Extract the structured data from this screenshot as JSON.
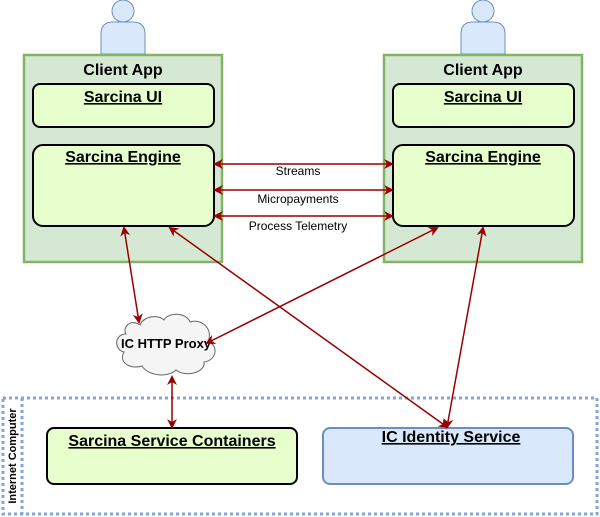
{
  "diagram": {
    "colors": {
      "client_fill": "#d5e8d4",
      "client_stroke": "#82b366",
      "component_fill": "#e6ffcc",
      "component_stroke": "#000000",
      "identity_fill": "#dae8fc",
      "identity_stroke": "#6c8ebf",
      "arrow": "#990000",
      "cloud_fill": "#f5f5f5",
      "cloud_stroke": "#666666",
      "boundary_stroke": "#7ea6e0"
    },
    "left_client": {
      "title": "Client App",
      "ui_label": "Sarcina UI",
      "engine_label": "Sarcina Engine",
      "user_icon": "person-icon"
    },
    "right_client": {
      "title": "Client App",
      "ui_label": "Sarcina UI",
      "engine_label": "Sarcina Engine",
      "user_icon": "person-icon"
    },
    "links": [
      {
        "label": "Streams",
        "from": "left-engine",
        "to": "right-engine",
        "bidirectional": true
      },
      {
        "label": "Micropayments",
        "from": "left-engine",
        "to": "right-engine",
        "bidirectional": true
      },
      {
        "label": "Process Telemetry",
        "from": "left-engine",
        "to": "right-engine",
        "bidirectional": true
      }
    ],
    "proxy": {
      "label": "IC HTTP Proxy",
      "shape": "cloud"
    },
    "internet_computer": {
      "label": "Internet Computer",
      "service_containers_label": "Sarcina Service Containers",
      "identity_service_label": "IC Identity Service"
    },
    "connections": [
      {
        "from": "left-engine",
        "to": "ic-http-proxy",
        "bidirectional": true
      },
      {
        "from": "left-engine",
        "to": "ic-identity-service",
        "bidirectional": true
      },
      {
        "from": "right-engine",
        "to": "ic-http-proxy",
        "bidirectional": true
      },
      {
        "from": "right-engine",
        "to": "ic-identity-service",
        "bidirectional": true
      },
      {
        "from": "ic-http-proxy",
        "to": "sarcina-service-containers",
        "bidirectional": true
      }
    ]
  }
}
